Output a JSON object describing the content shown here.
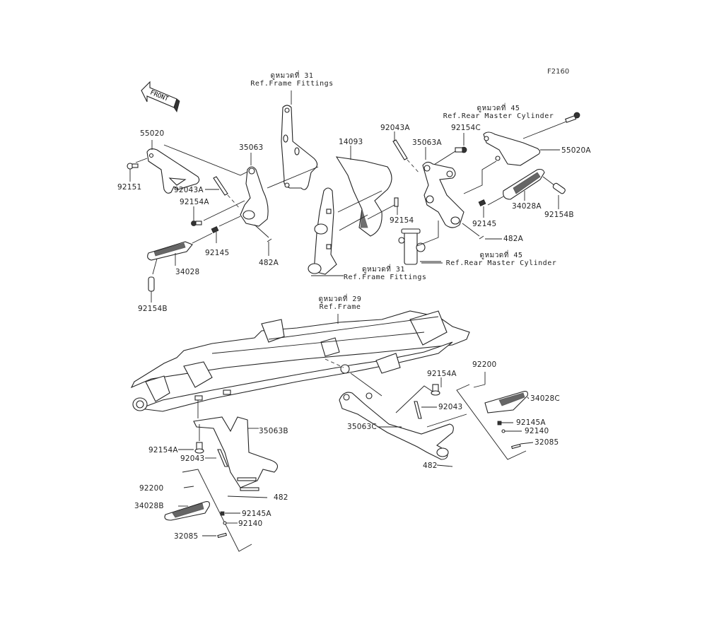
{
  "diagram": {
    "code": "F2160",
    "front_arrow_label": "FRONT",
    "refs": {
      "frame_fittings_top": {
        "thai": "ดูหมวดที่ 31",
        "en": "Ref.Frame Fittings"
      },
      "rear_master_top": {
        "thai": "ดูหมวดที่ 45",
        "en": "Ref.Rear Master Cylinder"
      },
      "rear_master_mid": {
        "thai": "ดูหมวดที่ 45",
        "en": "Ref.Rear Master Cylinder"
      },
      "frame_fittings_mid": {
        "thai": "ดูหมวดที่ 31",
        "en": "Ref.Frame Fittings"
      },
      "frame": {
        "thai": "ดูหมวดที่ 29",
        "en": "Ref.Frame"
      }
    },
    "parts": {
      "p55020": "55020",
      "p92151": "92151",
      "p35063": "35063",
      "p92043A_l": "92043A",
      "p92154A_l": "92154A",
      "p92145_l": "92145",
      "p482A_l": "482A",
      "p34028": "34028",
      "p92154B_l": "92154B",
      "p14093": "14093",
      "p92043A_r": "92043A",
      "p35063A": "35063A",
      "p92154C": "92154C",
      "p55020A": "55020A",
      "p34028A": "34028A",
      "p92154B_r": "92154B",
      "p92154": "92154",
      "p92145_r": "92145",
      "p482A_r": "482A",
      "p92200_r": "92200",
      "p92154A_r": "92154A",
      "p34028C": "34028C",
      "p92043_r": "92043",
      "p92145A_r": "92145A",
      "p92140_r": "92140",
      "p35063C": "35063C",
      "p32085_r": "32085",
      "p482_r": "482",
      "p35063B": "35063B",
      "p92154A_b": "92154A",
      "p92043_b": "92043",
      "p92200_b": "92200",
      "p482_b": "482",
      "p34028B": "34028B",
      "p92145A_b": "92145A",
      "p92140_b": "92140",
      "p32085_b": "32085"
    }
  }
}
